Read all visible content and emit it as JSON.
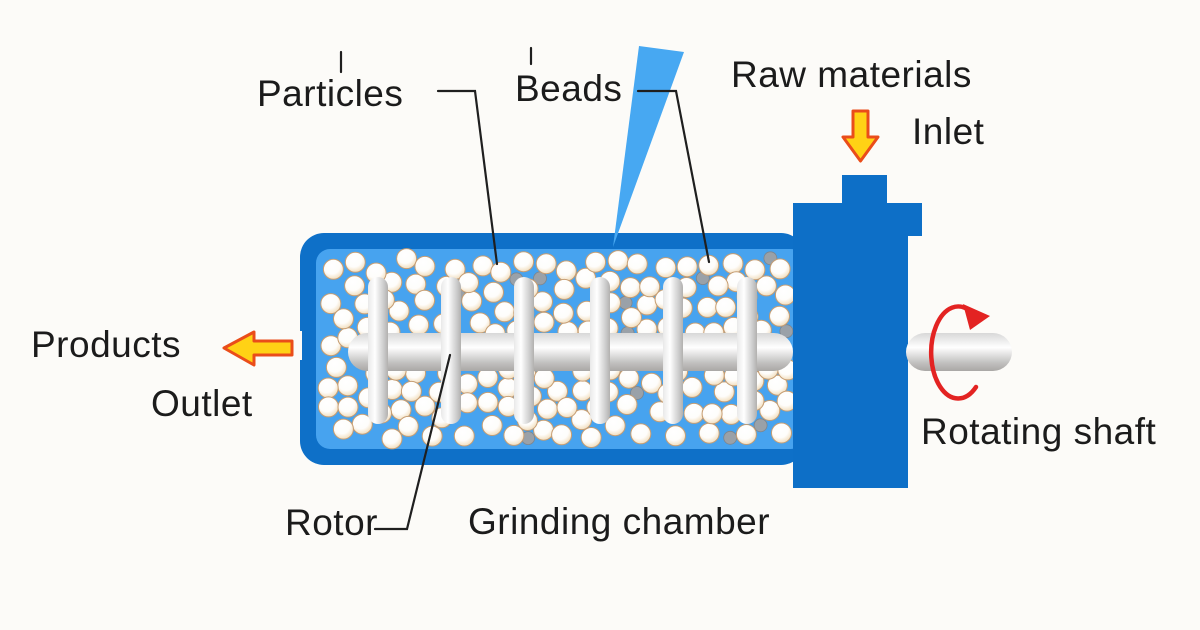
{
  "title": "Bead mill grinding chamber diagram",
  "labels": {
    "particles": "Particles",
    "beads": "Beads",
    "raw_materials": "Raw materials",
    "inlet": "Inlet",
    "products": "Products",
    "outlet": "Outlet",
    "rotor": "Rotor",
    "grinding_chamber": "Grinding chamber",
    "rotating_shaft": "Rotating shaft"
  },
  "colors": {
    "background": "#fcfbf8",
    "text": "#1b1b1b",
    "chamber_border": "#0e70c8",
    "chamber_fill": "#47a3ef",
    "housing_block": "#0d6fc7",
    "wedge_pointer": "#47a8f2",
    "flow_arrow_fill": "#ffd215",
    "flow_arrow_stroke": "#ea4d1a",
    "rotation_arrow": "#e32322",
    "leader_line": "#1f1f1f",
    "bead_stroke": "#c69d72",
    "particle_gray": "#9aa1a8"
  },
  "beads_scatter": {
    "count": 152,
    "gray_count": 12,
    "seed": 7,
    "radius": 10,
    "gray_radius": 6.5
  }
}
